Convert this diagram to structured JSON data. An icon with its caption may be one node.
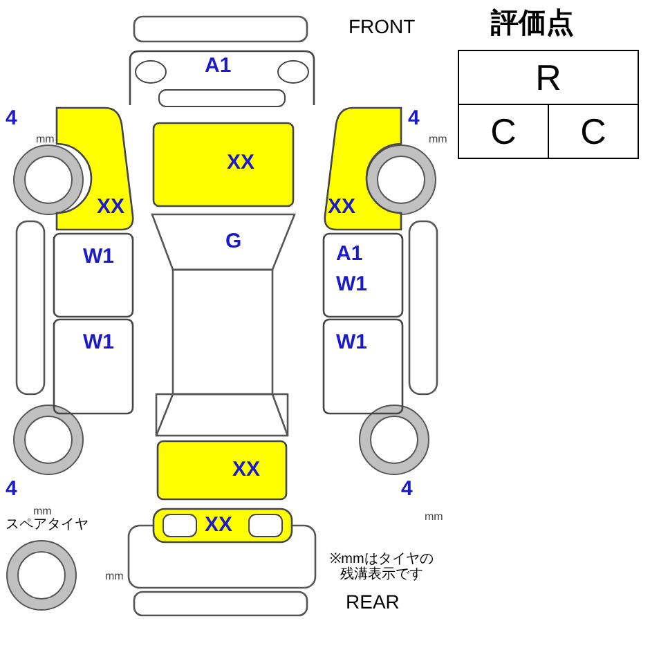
{
  "diagram": {
    "nodes": [
      {
        "text": [
          "A1"
        ]
      },
      {
        "text": [
          "XX"
        ]
      },
      {
        "text": [
          "XX"
        ]
      },
      {
        "text": [
          "XX"
        ]
      },
      {
        "text": [
          "G"
        ]
      },
      {
        "text": [
          "W1"
        ]
      },
      {
        "text": [
          "A1",
          "W1"
        ]
      },
      {
        "text": [
          "W1"
        ]
      },
      {
        "text": [
          "W1"
        ]
      },
      {
        "text": [
          "XX"
        ]
      },
      {
        "text": [
          "XX"
        ]
      }
    ],
    "edges": [],
    "labels": [
      "FRONT",
      "評価点",
      "R",
      "C",
      "C",
      "4",
      "mm",
      "4",
      "mm",
      "4",
      "mm",
      "4",
      "mm",
      "スペアタイヤ",
      "mm",
      "※mmはタイヤの残溝表示です",
      "REAR"
    ]
  }
}
